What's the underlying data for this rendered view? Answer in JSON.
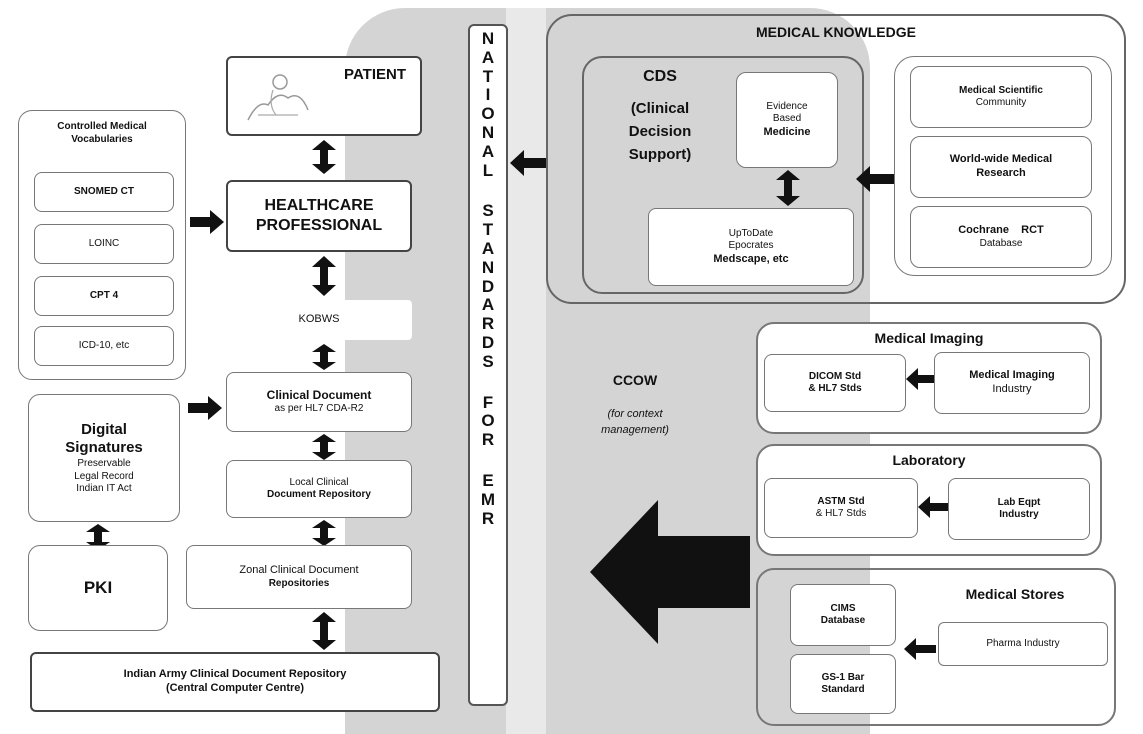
{
  "title": "MEDICAL KNOWLEDGE",
  "patient": "PATIENT",
  "healthcare_professional": [
    "HEALTHCARE",
    "PROFESSIONAL"
  ],
  "kobws": "KOBWS",
  "clinical_document": [
    "Clinical Document",
    "as per HL7 CDA-R2"
  ],
  "local_repository": [
    "Local Clinical",
    "Document Repository"
  ],
  "zonal_repository": [
    "Zonal Clinical Document",
    "Repositories"
  ],
  "central_repository": [
    "Indian Army Clinical Document Repository",
    "(Central Computer Centre)"
  ],
  "vocab": {
    "title": [
      "Controlled Medical",
      "Vocabularies"
    ],
    "items": [
      "SNOMED CT",
      "LOINC",
      "CPT 4",
      "ICD-10, etc"
    ]
  },
  "digital_signatures": {
    "title": [
      "Digital",
      "Signatures"
    ],
    "sub": [
      "Preservable",
      "Legal Record",
      "Indian IT Act"
    ]
  },
  "pki": "PKI",
  "national_standards": {
    "word1": [
      "N",
      "A",
      "T",
      "I",
      "O",
      "N",
      "A",
      "L"
    ],
    "word2": [
      "S",
      "T",
      "A",
      "N",
      "D",
      "A",
      "R",
      "D",
      "S"
    ],
    "word3": [
      "F",
      "O",
      "R"
    ],
    "word4": [
      "E",
      "M",
      "R"
    ]
  },
  "ccow": {
    "title": "CCOW",
    "sub": [
      "(for context",
      "management)"
    ]
  },
  "cds": {
    "title": "CDS",
    "sub": [
      "(Clinical",
      "Decision",
      "Support)"
    ],
    "ebm": [
      "Evidence",
      "Based",
      "Medicine"
    ],
    "uptodate": [
      "UpToDate",
      "Epocrates",
      "Medscape, etc"
    ]
  },
  "knowledge_sources": [
    [
      "Medical Scientific",
      "Community"
    ],
    [
      "World-wide Medical",
      "Research"
    ],
    [
      "Cochrane    RCT",
      "Database"
    ]
  ],
  "medical_imaging": {
    "title": "Medical Imaging",
    "left": [
      "DICOM Std",
      "& HL7 Stds"
    ],
    "right": [
      "Medical Imaging",
      "Industry"
    ]
  },
  "laboratory": {
    "title": "Laboratory",
    "left": [
      "ASTM Std",
      "& HL7 Stds"
    ],
    "right": [
      "Lab Eqpt",
      "Industry"
    ]
  },
  "medical_stores": {
    "title": "Medical Stores",
    "cims": [
      "CIMS",
      "Database"
    ],
    "gs1": [
      "GS-1 Bar",
      "Standard"
    ],
    "pharma": "Pharma Industry"
  }
}
